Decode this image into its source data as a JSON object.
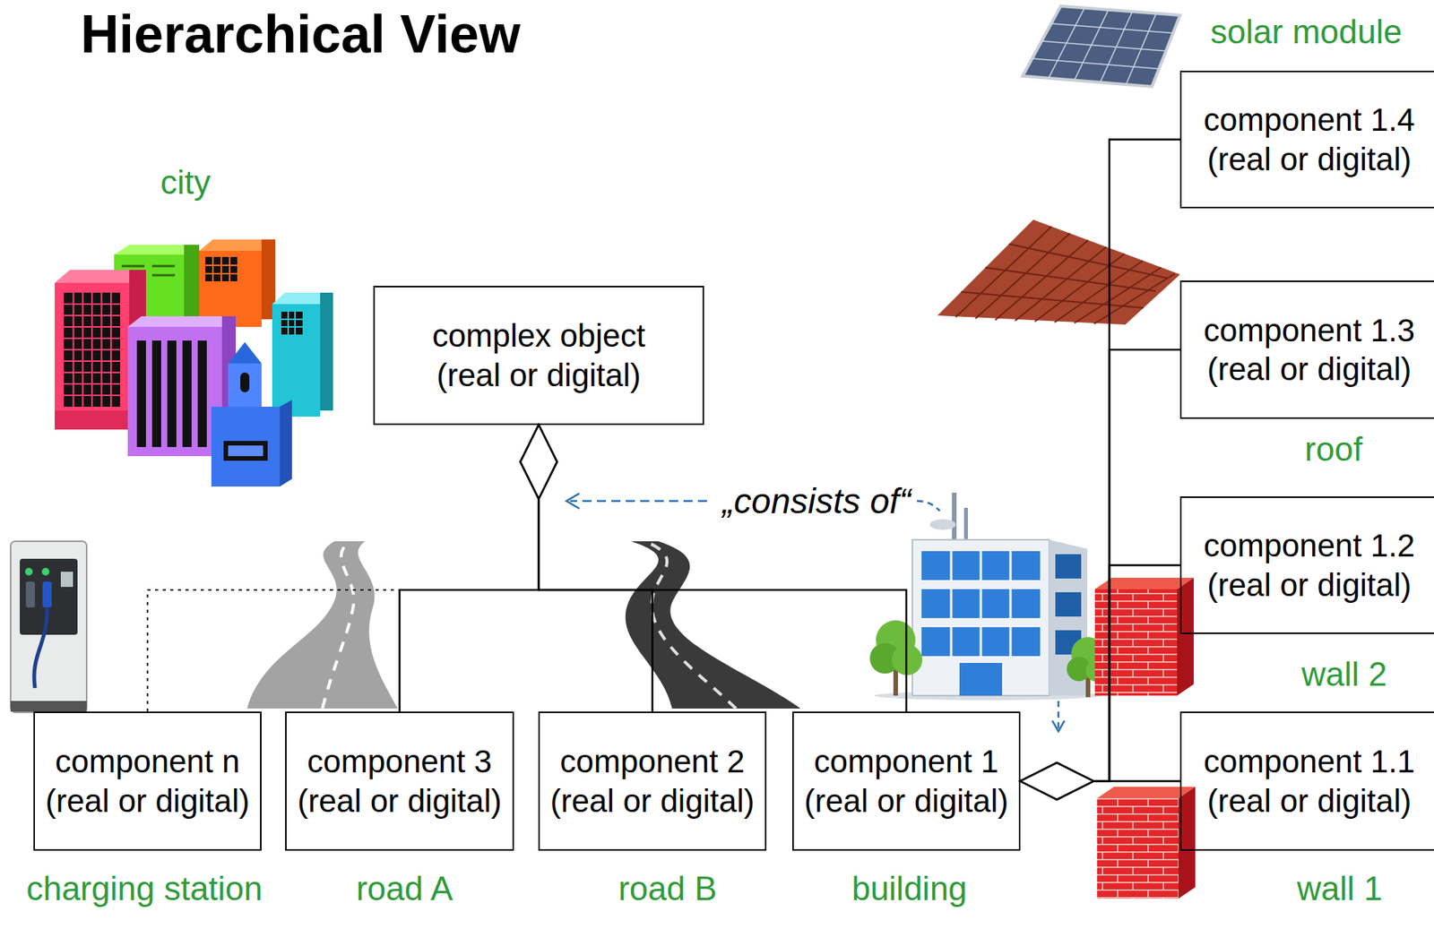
{
  "diagram": {
    "title": "Hierarchical View",
    "nodes": [
      {
        "text": [
          "complex object (real or digital)"
        ]
      },
      {
        "text": [
          "component n (real or digital)"
        ]
      },
      {
        "text": [
          "component 3 (real or digital)"
        ]
      },
      {
        "text": [
          "component 2 (real or digital)"
        ]
      },
      {
        "text": [
          "component 1 (real or digital)"
        ]
      },
      {
        "text": [
          "component 1.4 (real or digital)"
        ]
      },
      {
        "text": [
          "component 1.3 (real or digital)"
        ]
      },
      {
        "text": [
          "component 1.2 (real or digital)"
        ]
      },
      {
        "text": [
          "component 1.1 (real or digital)"
        ]
      }
    ],
    "edges": [
      {
        "from": 1,
        "to": 0,
        "arrow": "to"
      },
      {
        "from": 2,
        "to": 0,
        "arrow": "to"
      },
      {
        "from": 3,
        "to": 0,
        "arrow": "to"
      },
      {
        "from": 4,
        "to": 0,
        "arrow": "to"
      },
      {
        "from": 5,
        "to": 4,
        "arrow": "to"
      },
      {
        "from": 6,
        "to": 4,
        "arrow": "to"
      },
      {
        "from": 7,
        "to": 4,
        "arrow": "to"
      },
      {
        "from": 8,
        "to": 4,
        "arrow": "to"
      }
    ],
    "labels": [
      "city",
      "„consists of“",
      "solar module",
      "roof",
      "wall 2",
      "wall 1",
      "charging station",
      "road A",
      "road B",
      "building"
    ]
  }
}
